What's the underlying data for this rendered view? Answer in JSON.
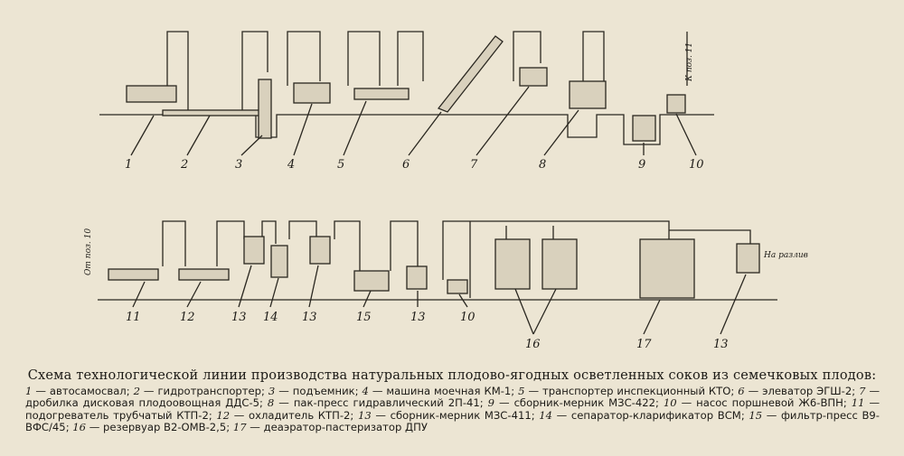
{
  "diagram": {
    "top_row_labels": [
      "1",
      "2",
      "3",
      "4",
      "5",
      "6",
      "7",
      "8",
      "9",
      "10"
    ],
    "bottom_row_labels": [
      "11",
      "12",
      "13",
      "14",
      "13",
      "15",
      "13",
      "10",
      "16",
      "17",
      "13"
    ],
    "notes": {
      "to_pos_11": "К поз. 11",
      "from_pos_10": "От поз. 10",
      "to_bottling": "На разлив"
    }
  },
  "caption": "Схема технологической линии производства натуральных плодово-ягодных осветленных соков из семечковых плодов:",
  "legend": [
    {
      "n": "1",
      "text": "автосамосвал;"
    },
    {
      "n": "2",
      "text": "гидротранспортер;"
    },
    {
      "n": "3",
      "text": "подъемник;"
    },
    {
      "n": "4",
      "text": "машина моечная КМ-1;"
    },
    {
      "n": "5",
      "text": "транспортер инспекционный КТО;"
    },
    {
      "n": "6",
      "text": "элеватор ЭГШ-2;"
    },
    {
      "n": "7",
      "text": "дробилка дисковая плодоовощная ДДС-5;"
    },
    {
      "n": "8",
      "text": "пак-пресс гидравлический 2П-41;"
    },
    {
      "n": "9",
      "text": "сборник-мерник МЗС-422;"
    },
    {
      "n": "10",
      "text": "насос поршневой Ж6-ВПН;"
    },
    {
      "n": "11",
      "text": "подогреватель трубчатый КТП-2;"
    },
    {
      "n": "12",
      "text": "охладитель КТП-2;"
    },
    {
      "n": "13",
      "text": "сборник-мерник МЗС-411;"
    },
    {
      "n": "14",
      "text": "сепаратор-кларификатор ВСМ;"
    },
    {
      "n": "15",
      "text": "фильтр-пресс В9-ВФС/45;"
    },
    {
      "n": "16",
      "text": "резервуар В2-ОМВ-2,5;"
    },
    {
      "n": "17",
      "text": "деаэратор-пастеризатор ДПУ"
    }
  ]
}
